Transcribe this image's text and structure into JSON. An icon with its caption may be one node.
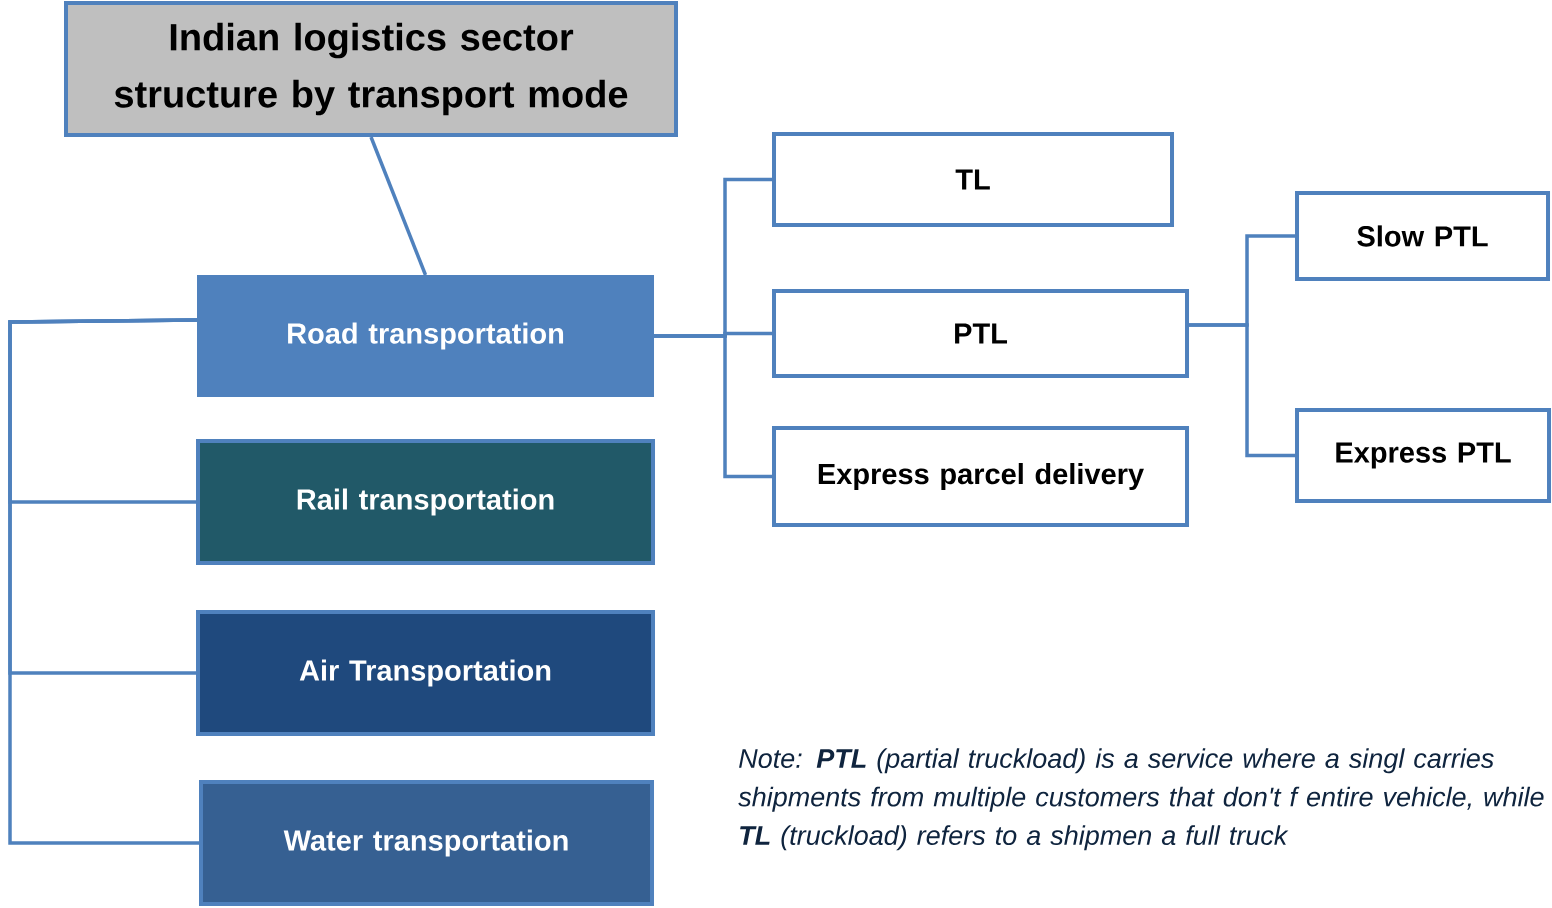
{
  "diagram": {
    "nodes": [
      {
        "text": [
          "Indian logistics sector structure by transport mode"
        ]
      },
      {
        "text": [
          "Road transportation"
        ]
      },
      {
        "text": [
          "Rail transportation"
        ]
      },
      {
        "text": [
          "Air Transportation"
        ]
      },
      {
        "text": [
          "Water transportation"
        ]
      },
      {
        "text": [
          "TL"
        ]
      },
      {
        "text": [
          "PTL"
        ]
      },
      {
        "text": [
          "Express parcel delivery"
        ]
      },
      {
        "text": [
          "Slow PTL"
        ]
      },
      {
        "text": [
          "Express PTL"
        ]
      }
    ],
    "edges": [
      {
        "from": 0,
        "to": 1,
        "arrow": "none"
      },
      {
        "from": 1,
        "to": 2,
        "arrow": "none"
      },
      {
        "from": 1,
        "to": 3,
        "arrow": "none"
      },
      {
        "from": 1,
        "to": 4,
        "arrow": "none"
      },
      {
        "from": 1,
        "to": 5,
        "arrow": "none"
      },
      {
        "from": 1,
        "to": 6,
        "arrow": "none"
      },
      {
        "from": 1,
        "to": 7,
        "arrow": "none"
      },
      {
        "from": 6,
        "to": 8,
        "arrow": "none"
      },
      {
        "from": 6,
        "to": 9,
        "arrow": "none"
      }
    ],
    "labels": [
      "Note: **PTL** (partial truckload) is a service where a singl carries shipments from multiple customers that don't f entire vehicle, while **TL** (truckload) refers to a shipmen a full truck"
    ]
  }
}
